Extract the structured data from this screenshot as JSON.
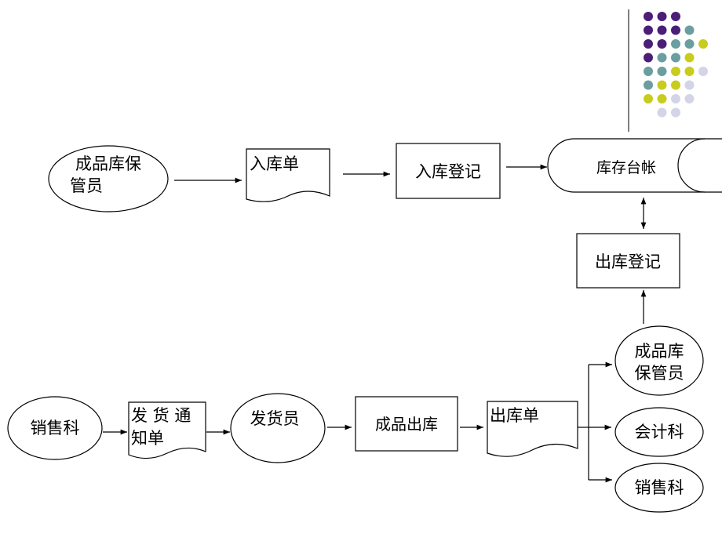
{
  "colors": {
    "stroke": "#000000",
    "dot_purple": "#4b1e78",
    "dot_teal": "#6a9ea0",
    "dot_yellow": "#c8cc1e",
    "dot_lavender": "#d4d4e8",
    "rule_line": "#555555"
  },
  "decoration": {
    "icon": "dot-grid-decoration",
    "rows": [
      [
        "purple",
        "purple",
        "purple"
      ],
      [
        "purple",
        "purple",
        "purple",
        "teal"
      ],
      [
        "purple",
        "purple",
        "teal",
        "teal",
        "yellow"
      ],
      [
        "purple",
        "teal",
        "teal",
        "yellow"
      ],
      [
        "teal",
        "teal",
        "yellow",
        "yellow",
        "lavender"
      ],
      [
        "teal",
        "yellow",
        "yellow",
        "lavender"
      ],
      [
        "yellow",
        "yellow",
        "lavender",
        "lavender"
      ],
      [
        "lavender",
        "lavender"
      ]
    ]
  },
  "top_flow": {
    "keeper": [
      "成品库保",
      "管员"
    ],
    "receipt_doc": "入库单",
    "inbound_register": "入库登记",
    "ledger": "库存台帐",
    "outbound_register": "出库登记"
  },
  "bottom_flow": {
    "sales_dept": "销售科",
    "shipping_notice": [
      "发 货 通",
      "知单"
    ],
    "shipper": "发货员",
    "goods_out": "成品出库",
    "issue_doc": "出库单",
    "dest_keeper": [
      "成品库",
      "保管员"
    ],
    "dest_accounting": "会计科",
    "dest_sales": "销售科"
  }
}
